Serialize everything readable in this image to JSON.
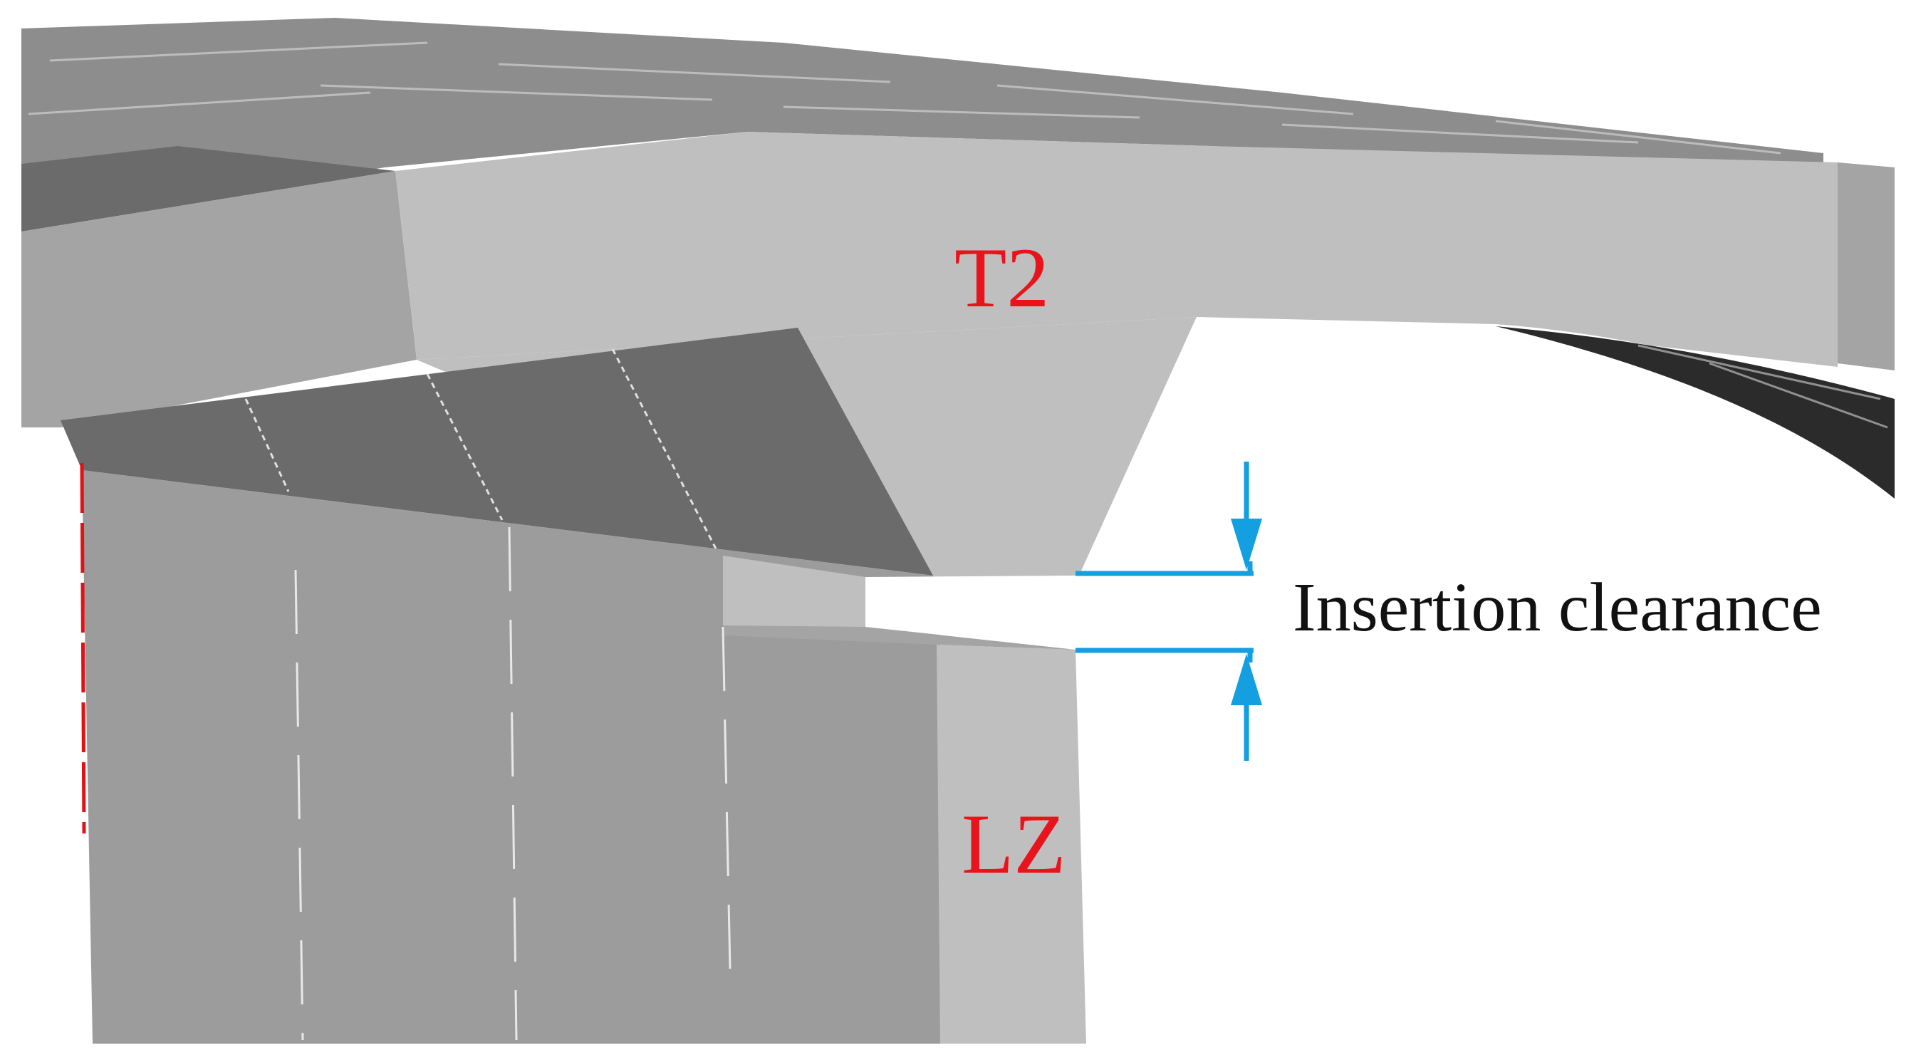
{
  "labels": {
    "upper_part": "T2",
    "lower_part": "LZ",
    "gap": "Insertion clearance"
  },
  "colors": {
    "part_label": "#e8131b",
    "dimension": "#139fe0",
    "annotation_text": "#111111",
    "surface_top": "#8d8d8d",
    "surface_light": "#bfbfbf",
    "surface_mid": "#a4a4a4",
    "surface_dark": "#6b6b6b",
    "surface_column": "#9c9c9c",
    "edge_red": "#e01218"
  }
}
